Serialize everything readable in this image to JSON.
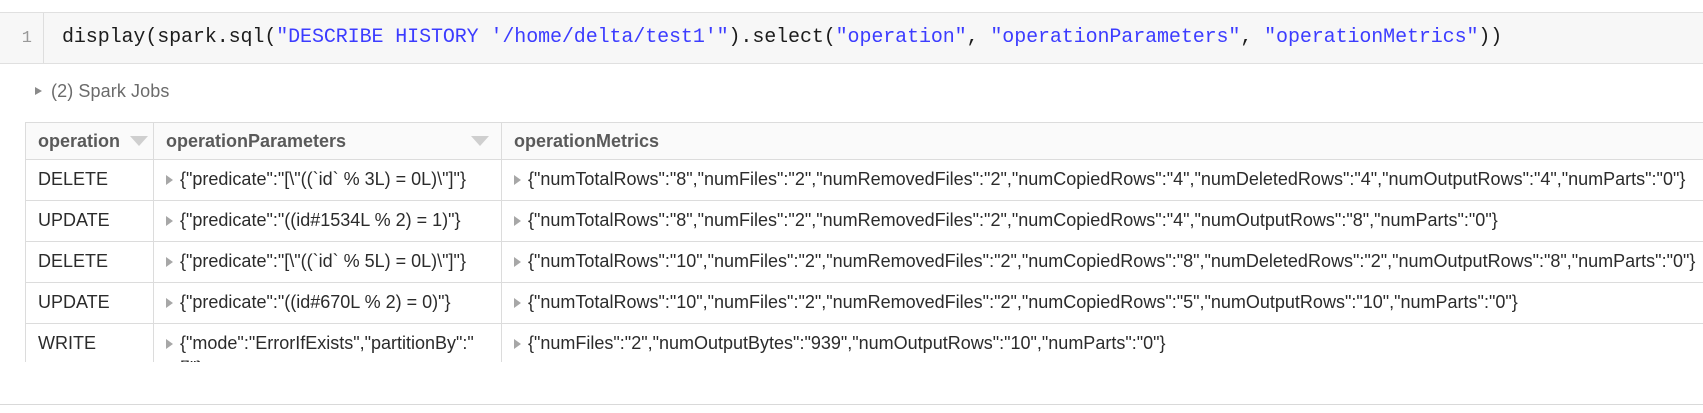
{
  "notebook": {
    "line_number": "1",
    "code_segments": [
      {
        "text": "display(spark.sql(",
        "type": "plain"
      },
      {
        "text": "\"DESCRIBE HISTORY '/home/delta/test1'\"",
        "type": "string"
      },
      {
        "text": ").select(",
        "type": "plain"
      },
      {
        "text": "\"operation\"",
        "type": "string"
      },
      {
        "text": ", ",
        "type": "plain"
      },
      {
        "text": "\"operationParameters\"",
        "type": "string"
      },
      {
        "text": ", ",
        "type": "plain"
      },
      {
        "text": "\"operationMetrics\"",
        "type": "string"
      },
      {
        "text": "))",
        "type": "plain"
      }
    ],
    "code_plain": "display(spark.sql(\"DESCRIBE HISTORY '/home/delta/test1'\").select(\"operation\", \"operationParameters\", \"operationMetrics\"))",
    "spark_jobs_label": "(2) Spark Jobs",
    "spark_jobs_icon": "triangle-right-icon"
  },
  "table": {
    "columns": [
      {
        "key": "operation",
        "label": "operation",
        "has_sort_caret": true
      },
      {
        "key": "operationParameters",
        "label": "operationParameters",
        "has_sort_caret": true
      },
      {
        "key": "operationMetrics",
        "label": "operationMetrics",
        "has_sort_caret": false
      }
    ],
    "rows": [
      {
        "operation": "DELETE",
        "operationParameters": "{\"predicate\":\"[\\\"((`id` % 3L) = 0L)\\\"]\"}",
        "operationMetrics": "{\"numTotalRows\":\"8\",\"numFiles\":\"2\",\"numRemovedFiles\":\"2\",\"numCopiedRows\":\"4\",\"numDeletedRows\":\"4\",\"numOutputRows\":\"4\",\"numParts\":\"0\"}"
      },
      {
        "operation": "UPDATE",
        "operationParameters": "{\"predicate\":\"((id#1534L % 2) = 1)\"}",
        "operationMetrics": "{\"numTotalRows\":\"8\",\"numFiles\":\"2\",\"numRemovedFiles\":\"2\",\"numCopiedRows\":\"4\",\"numOutputRows\":\"8\",\"numParts\":\"0\"}"
      },
      {
        "operation": "DELETE",
        "operationParameters": "{\"predicate\":\"[\\\"((`id` % 5L) = 0L)\\\"]\"}",
        "operationMetrics": "{\"numTotalRows\":\"10\",\"numFiles\":\"2\",\"numRemovedFiles\":\"2\",\"numCopiedRows\":\"8\",\"numDeletedRows\":\"2\",\"numOutputRows\":\"8\",\"numParts\":\"0\"}"
      },
      {
        "operation": "UPDATE",
        "operationParameters": "{\"predicate\":\"((id#670L % 2) = 0)\"}",
        "operationMetrics": "{\"numTotalRows\":\"10\",\"numFiles\":\"2\",\"numRemovedFiles\":\"2\",\"numCopiedRows\":\"5\",\"numOutputRows\":\"10\",\"numParts\":\"0\"}"
      },
      {
        "operation": "WRITE",
        "operationParameters": "{\"mode\":\"ErrorIfExists\",\"partitionBy\":\"[]\"}",
        "operationMetrics": "{\"numFiles\":\"2\",\"numOutputBytes\":\"939\",\"numOutputRows\":\"10\",\"numParts\":\"0\"}"
      }
    ]
  },
  "colors": {
    "code_string": "#3c3cff",
    "code_text": "#1c1c1c",
    "cell_background": "#f7f7f7",
    "table_header_background": "#fafafa",
    "border": "#dcdcdc"
  }
}
